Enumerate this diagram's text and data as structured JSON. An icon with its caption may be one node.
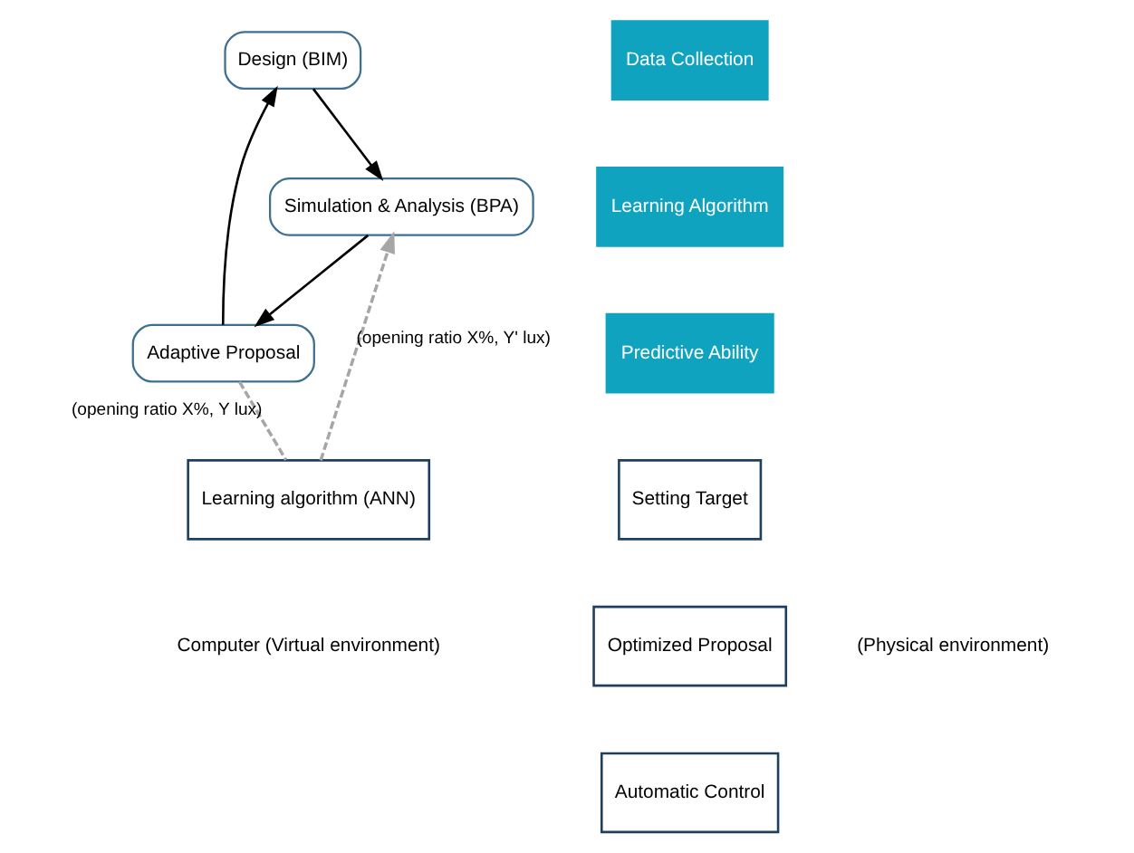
{
  "diagram": {
    "nodes": [
      {
        "text": [
          "Design (BIM)"
        ]
      },
      {
        "text": [
          "Simulation & Analysis (BPA)"
        ]
      },
      {
        "text": [
          "Adaptive Proposal"
        ]
      },
      {
        "text": [
          "Learning algorithm (ANN)"
        ]
      },
      {
        "text": [
          "Data Collection"
        ]
      },
      {
        "text": [
          "Learning Algorithm"
        ]
      },
      {
        "text": [
          "Predictive Ability"
        ]
      },
      {
        "text": [
          "Setting Target"
        ]
      },
      {
        "text": [
          "Optimized Proposal"
        ]
      },
      {
        "text": [
          "Automatic Control"
        ]
      }
    ],
    "edges": [
      {
        "from": 2,
        "to": 0,
        "arrow": "to"
      },
      {
        "from": 0,
        "to": 1,
        "arrow": "to"
      },
      {
        "from": 1,
        "to": 2,
        "arrow": "to"
      },
      {
        "from": 2,
        "to": 3,
        "arrow": "none",
        "style": "dashed",
        "color": "#a6a6a6",
        "label": "(opening ratio X%, Y lux)"
      },
      {
        "from": 3,
        "to": 1,
        "arrow": "to",
        "style": "dashed",
        "color": "#a6a6a6",
        "label": "(opening ratio X%, Y' lux)"
      }
    ],
    "labels": [
      "Computer (Virtual environment)",
      "(Physical environment)"
    ]
  }
}
